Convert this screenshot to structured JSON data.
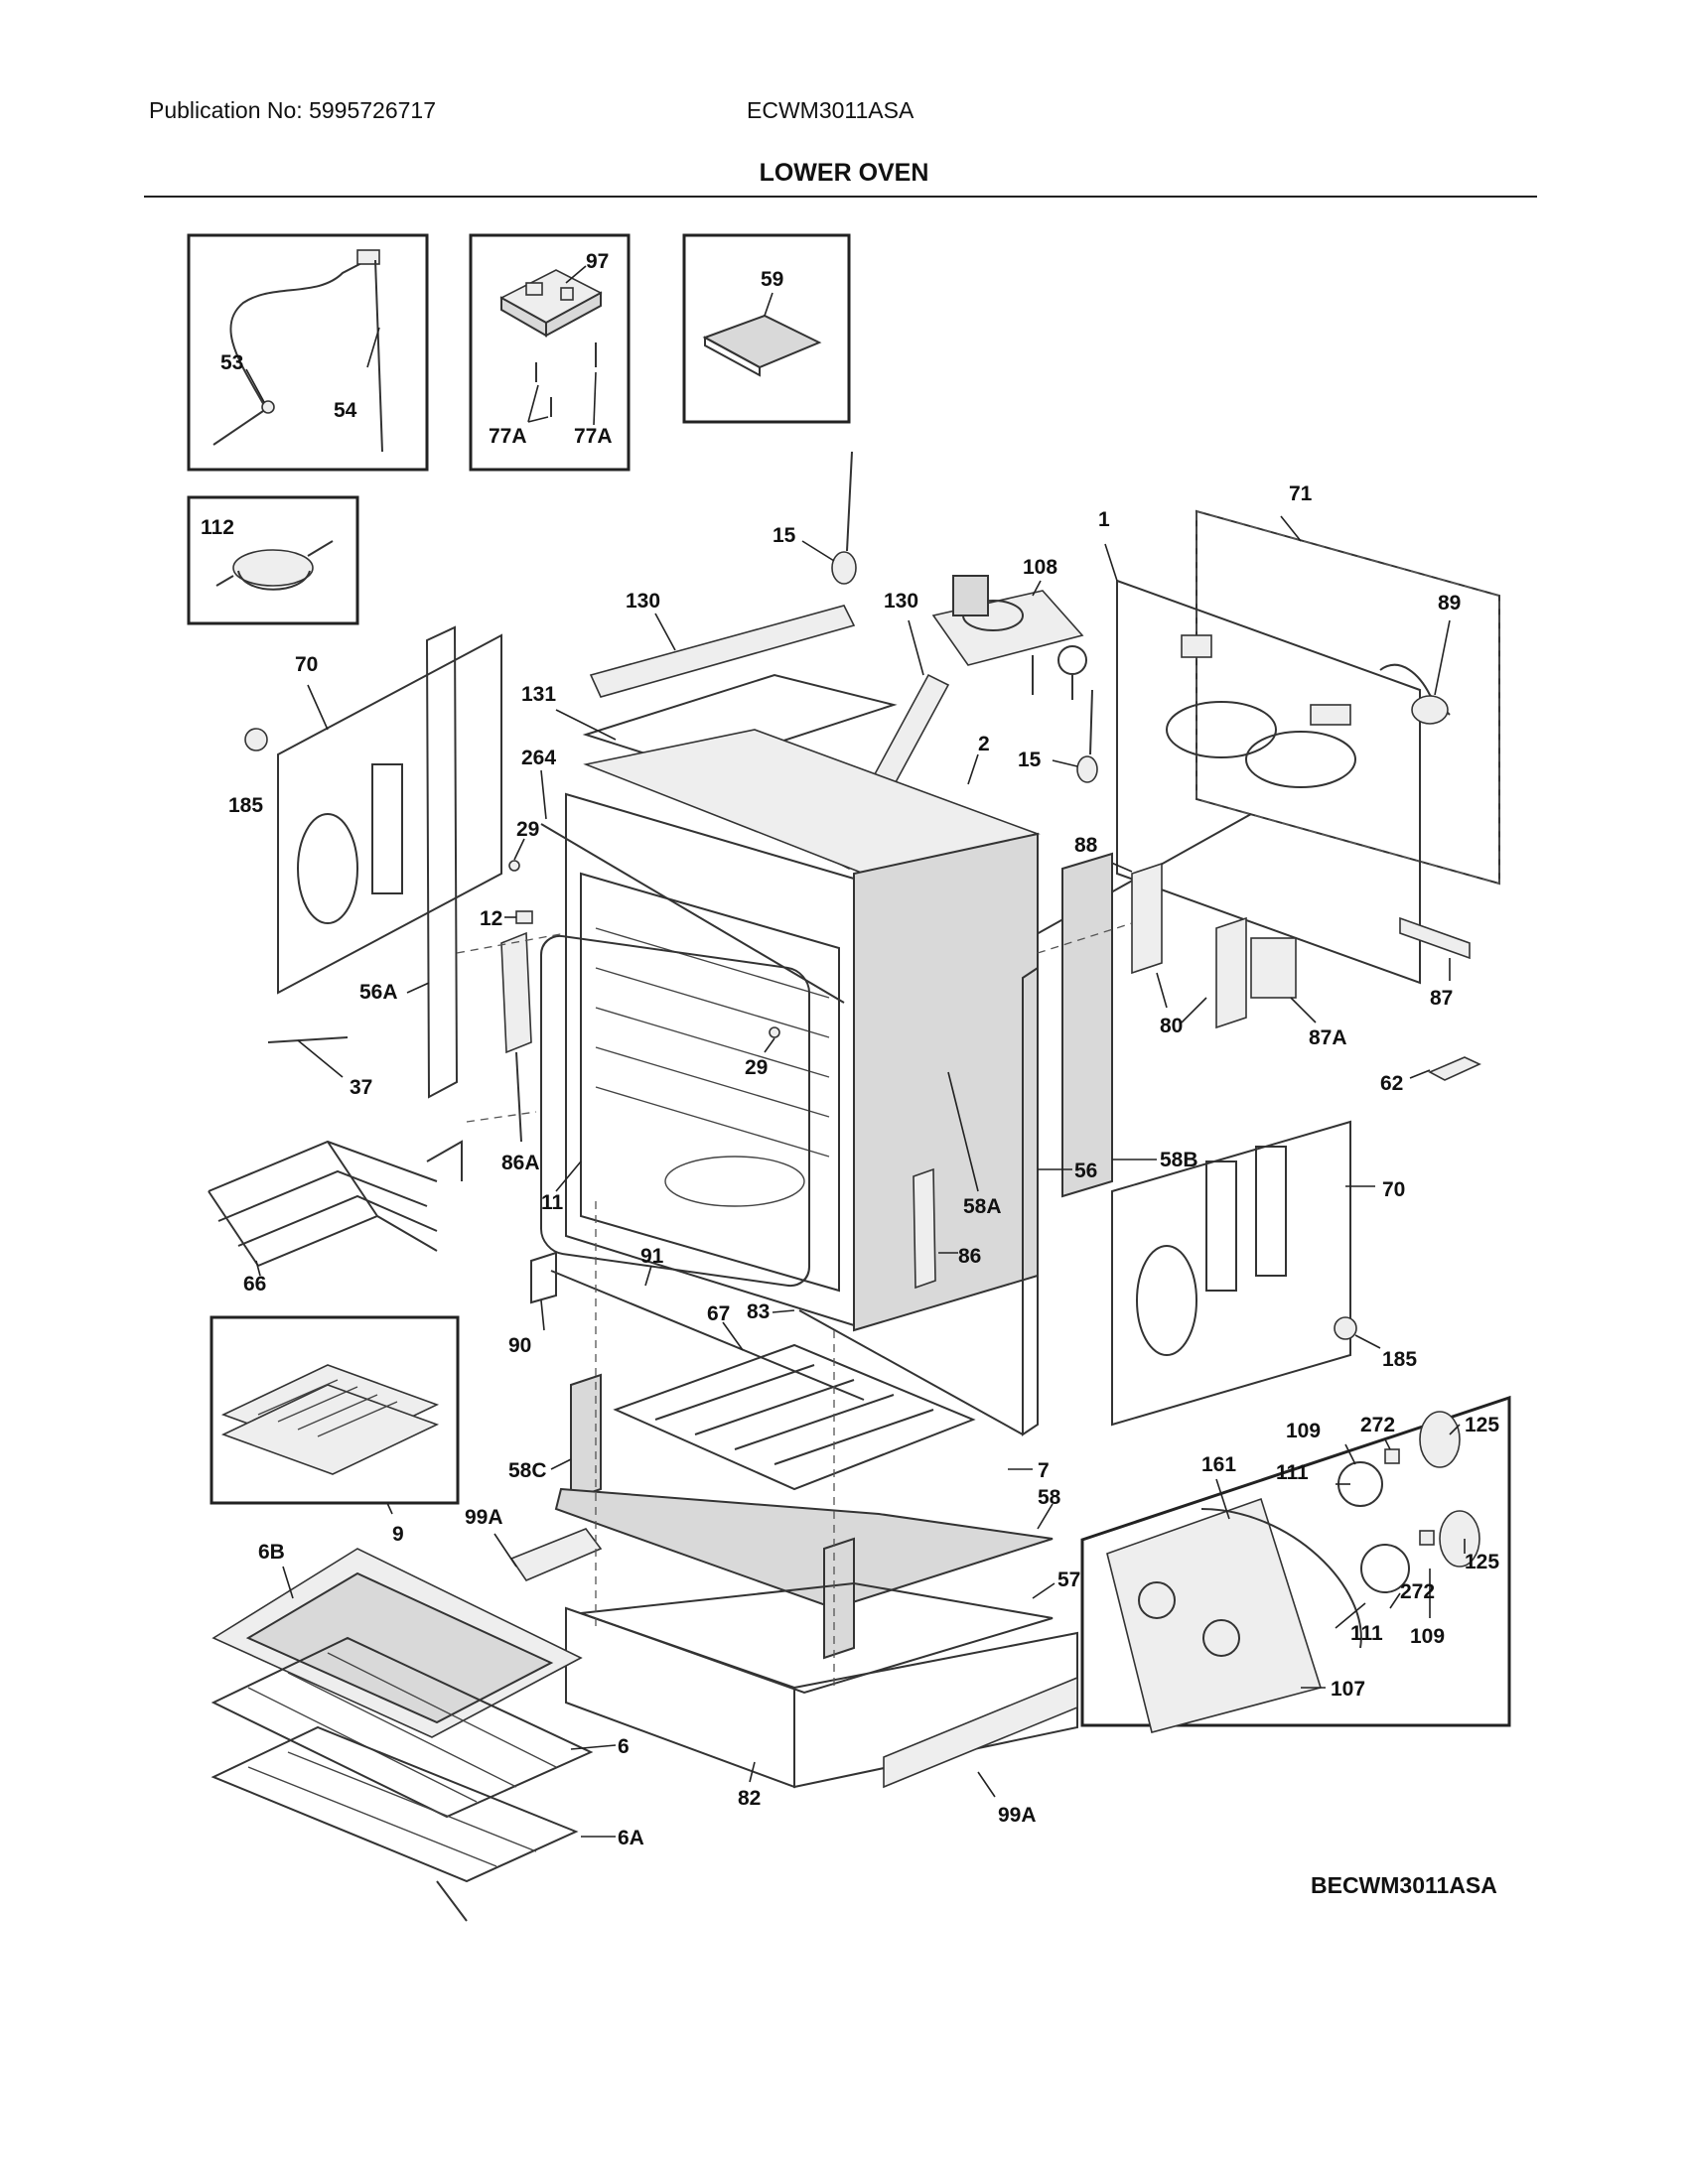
{
  "header": {
    "publication": "Publication No: 5995726717",
    "model": "ECWM3011ASA",
    "title": "LOWER OVEN"
  },
  "footer": {
    "diagram_code": "BECWM3011ASA"
  },
  "callouts": {
    "c53": "53",
    "c54": "54",
    "c97": "97",
    "c77a_1": "77A",
    "c77a_2": "77A",
    "c59": "59",
    "c112": "112",
    "c15_1": "15",
    "c15_2": "15",
    "c108": "108",
    "c1": "1",
    "c71": "71",
    "c89": "89",
    "c130_1": "130",
    "c130_2": "130",
    "c131": "131",
    "c2": "2",
    "c70_1": "70",
    "c70_2": "70",
    "c185_1": "185",
    "c185_2": "185",
    "c264": "264",
    "c29_1": "29",
    "c29_2": "29",
    "c12": "12",
    "c88": "88",
    "c80": "80",
    "c87a": "87A",
    "c87": "87",
    "c56a": "56A",
    "c37": "37",
    "c58b": "58B",
    "c62": "62",
    "c86a": "86A",
    "c11": "11",
    "c58a": "58A",
    "c56": "56",
    "c66": "66",
    "c86": "86",
    "c91": "91",
    "c90": "90",
    "c67": "67",
    "c83": "83",
    "c9": "9",
    "c58c": "58C",
    "c7": "7",
    "c58": "58",
    "c99a_1": "99A",
    "c99a_2": "99A",
    "c6b": "6B",
    "c57": "57",
    "c6": "6",
    "c6a": "6A",
    "c82": "82",
    "c109_1": "109",
    "c109_2": "109",
    "c272_1": "272",
    "c272_2": "272",
    "c125_1": "125",
    "c125_2": "125",
    "c161": "161",
    "c111_1": "111",
    "c111_2": "111",
    "c107": "107"
  }
}
